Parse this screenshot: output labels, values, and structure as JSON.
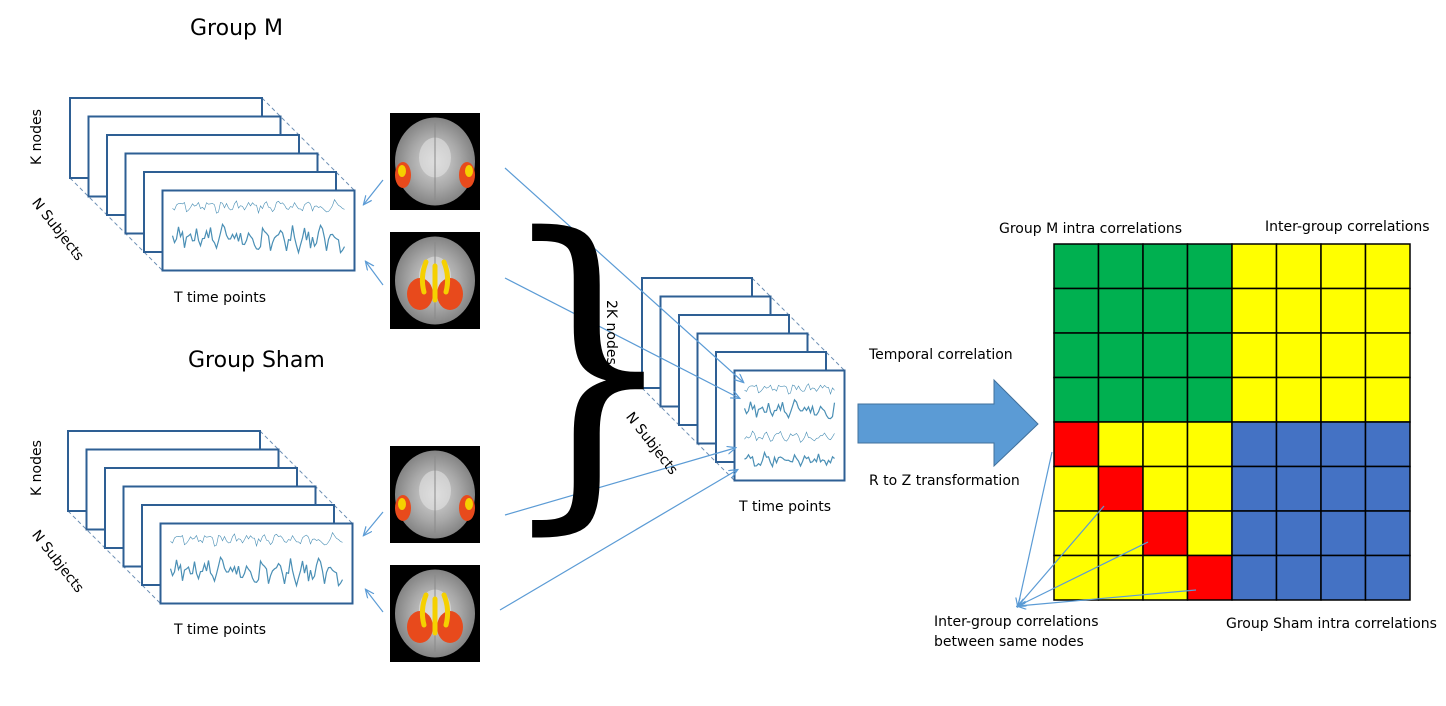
{
  "labels": {
    "group_m": "Group M",
    "group_sham": "Group Sham",
    "k_nodes": "K nodes",
    "n_subjects": "N  Subjects",
    "t_time_points": "T time points",
    "two_k_nodes": "2K nodes",
    "temporal_correlation": "Temporal correlation",
    "r_to_z": "R to Z transformation",
    "group_m_intra": "Group M intra correlations",
    "inter_group": "Inter-group correlations",
    "inter_group_same_1": "Inter-group correlations",
    "inter_group_same_2": "between same nodes",
    "group_sham_intra": "Group Sham intra correlations",
    "brace": "}"
  },
  "colors": {
    "frame_blue": "#2e5f94",
    "arrow_blue": "#5b9bd5",
    "matrix_green": "#00b050",
    "matrix_yellow": "#ffff00",
    "matrix_blue": "#4472c4",
    "matrix_red": "#ff0000",
    "signal_blue": "#4a8fb5"
  },
  "matrix": {
    "rows": [
      [
        "green",
        "green",
        "green",
        "green",
        "yellow",
        "yellow",
        "yellow",
        "yellow"
      ],
      [
        "green",
        "green",
        "green",
        "green",
        "yellow",
        "yellow",
        "yellow",
        "yellow"
      ],
      [
        "green",
        "green",
        "green",
        "green",
        "yellow",
        "yellow",
        "yellow",
        "yellow"
      ],
      [
        "green",
        "green",
        "green",
        "green",
        "yellow",
        "yellow",
        "yellow",
        "yellow"
      ],
      [
        "red",
        "yellow",
        "yellow",
        "yellow",
        "blue",
        "blue",
        "blue",
        "blue"
      ],
      [
        "yellow",
        "red",
        "yellow",
        "yellow",
        "blue",
        "blue",
        "blue",
        "blue"
      ],
      [
        "yellow",
        "yellow",
        "red",
        "yellow",
        "blue",
        "blue",
        "blue",
        "blue"
      ],
      [
        "yellow",
        "yellow",
        "yellow",
        "red",
        "blue",
        "blue",
        "blue",
        "blue"
      ]
    ]
  },
  "brain_images": [
    {
      "view": "axial-temporal-highlight"
    },
    {
      "view": "axial-occipital-highlight"
    },
    {
      "view": "axial-temporal-highlight"
    },
    {
      "view": "axial-occipital-highlight"
    }
  ]
}
